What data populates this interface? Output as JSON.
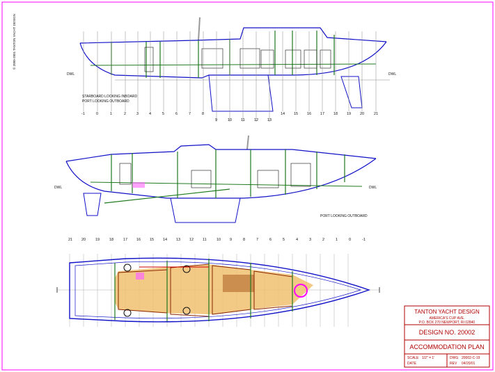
{
  "title_block": {
    "firm": "TANTON YACHT DESIGN",
    "address_line1": "AMERICA'S CUP AVE.",
    "address_line2": "P.O. BOX 270 NEWPORT, RI 02840",
    "design_no": "DESIGN NO. 20002",
    "drawing_title": "ACCOMMODATION PLAN",
    "scale_label": "SCALE",
    "scale_value": "1/2\" = 1'",
    "date_label": "DATE",
    "dwg_label": "DWG",
    "dwg_value": "20002-C-19",
    "rev_label": "REV",
    "rev_value": "04/20/01"
  },
  "copyright": "© 2000-2001 TANTON YACHT DESIGN",
  "view_labels": {
    "dwl": "DWL",
    "profile_note1": "STARBOARD LOOKING INBOARD",
    "profile_note2": "PORT LOOKING OUTBOARD",
    "section_note": "PORT LOOKING OUTBOARD"
  },
  "stations_upper": [
    "-1",
    "0",
    "1",
    "2",
    "3",
    "4",
    "5",
    "6",
    "7",
    "8",
    "9",
    "10",
    "11",
    "12",
    "13",
    "14",
    "15",
    "16",
    "17",
    "18",
    "19",
    "20",
    "21"
  ],
  "stations_lower": [
    "21",
    "20",
    "19",
    "18",
    "17",
    "16",
    "15",
    "14",
    "13",
    "12",
    "11",
    "10",
    "9",
    "8",
    "7",
    "6",
    "5",
    "4",
    "3",
    "2",
    "1",
    "0",
    "-1"
  ],
  "colors": {
    "hull": "#1010c8",
    "interior": "#1f7a1f",
    "accent": "#ff00ff",
    "title": "#b00000",
    "sole": "#f0c070"
  }
}
